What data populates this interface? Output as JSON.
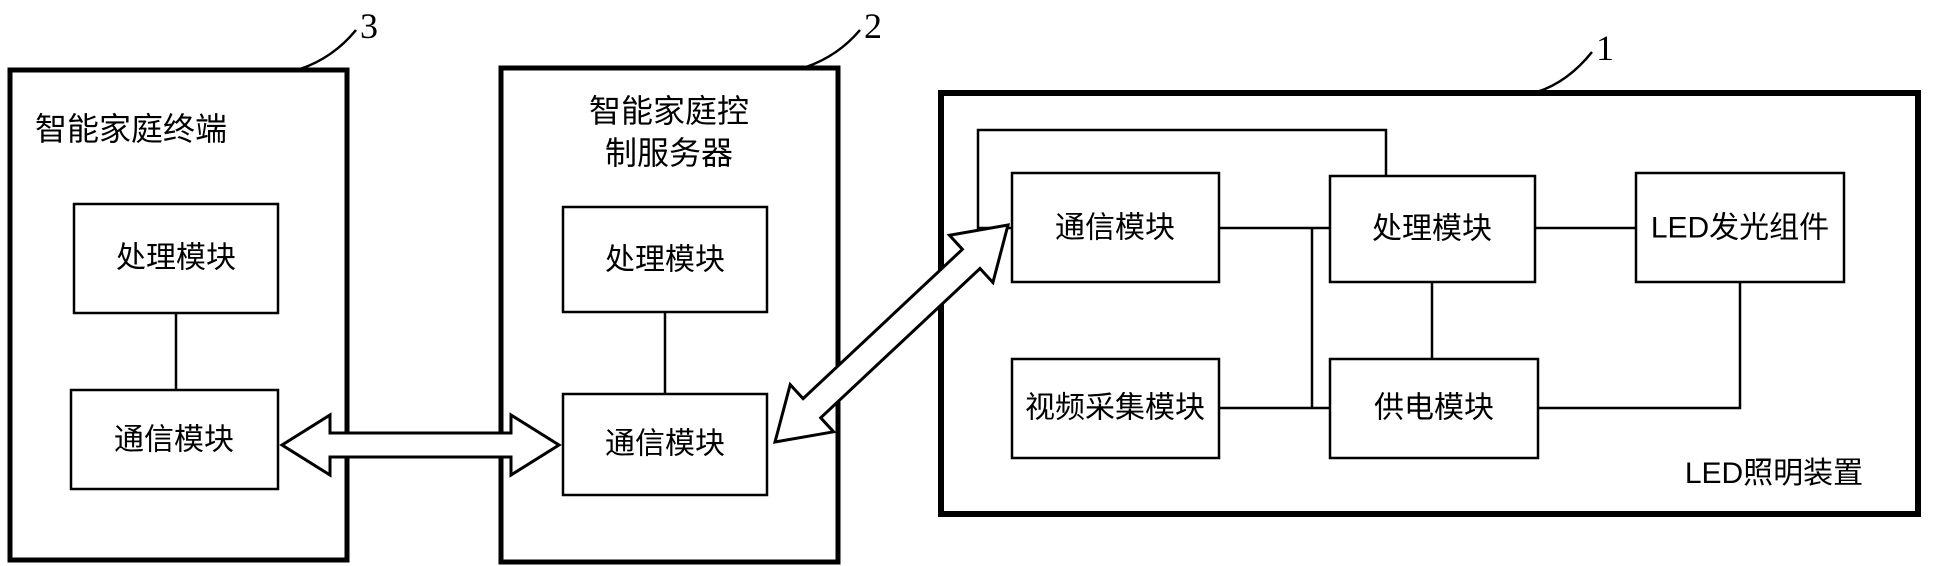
{
  "colors": {
    "line": "#000000",
    "background": "#ffffff",
    "box_fill": "#ffffff"
  },
  "diagram": {
    "terminal": {
      "ref": "3",
      "title": "智能家庭终端",
      "modules": {
        "processing": "处理模块",
        "communication": "通信模块"
      }
    },
    "server": {
      "ref": "2",
      "title_line1": "智能家庭控",
      "title_line2": "制服务器",
      "modules": {
        "processing": "处理模块",
        "communication": "通信模块"
      }
    },
    "led_device": {
      "ref": "1",
      "label": "LED照明装置",
      "modules": {
        "communication": "通信模块",
        "processing": "处理模块",
        "led_component": "LED发光组件",
        "video_capture": "视频采集模块",
        "power": "供电模块"
      }
    }
  }
}
